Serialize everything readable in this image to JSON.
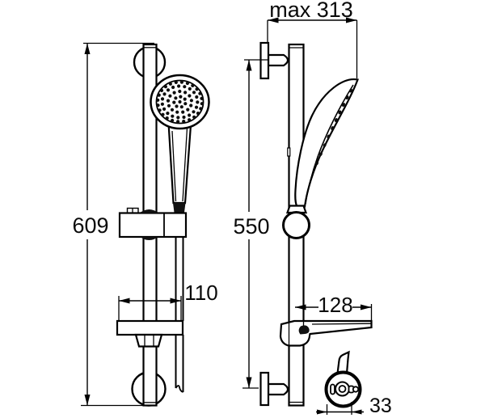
{
  "drawing": {
    "type": "technical-dimension-drawing",
    "background": "#ffffff",
    "line_color": "#000000",
    "dimensions": {
      "front_height": "609",
      "front_dish_width": "110",
      "side_max_reach": "max 313",
      "side_height": "550",
      "side_dish_depth": "128",
      "bracket_width": "33"
    }
  }
}
